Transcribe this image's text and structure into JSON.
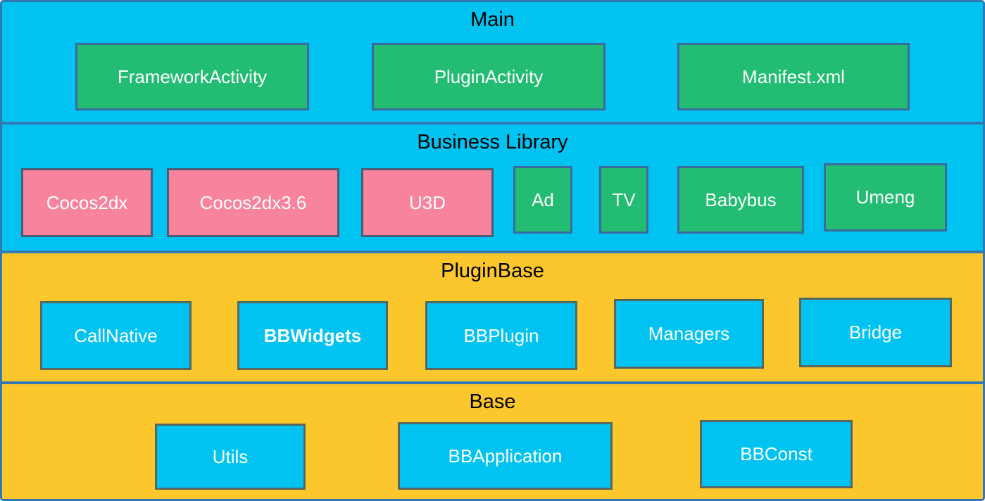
{
  "colors": {
    "cyan": "#00c3f2",
    "yellow": "#fcc72d",
    "green": "#22bd72",
    "pink": "#f8839d",
    "divider_blue": "#3279b4",
    "green_border": "#3a6a9e",
    "pink_border": "#4b5c74",
    "cyan_box_border": "#57675e",
    "title_text": "#000000",
    "box_text": "#ffffff"
  },
  "layers": [
    {
      "title": "Main",
      "boxes": [
        {
          "label": "FrameworkActivity"
        },
        {
          "label": "PluginActivity"
        },
        {
          "label": "Manifest.xml"
        }
      ]
    },
    {
      "title": "Business Library",
      "boxes": [
        {
          "label": "Cocos2dx"
        },
        {
          "label": "Cocos2dx3.6"
        },
        {
          "label": "U3D"
        },
        {
          "label": "Ad"
        },
        {
          "label": "TV"
        },
        {
          "label": "Babybus"
        },
        {
          "label": "Umeng"
        }
      ]
    },
    {
      "title": "PluginBase",
      "boxes": [
        {
          "label": "CallNative"
        },
        {
          "label": "BBWidgets"
        },
        {
          "label": "BBPlugin"
        },
        {
          "label": "Managers"
        },
        {
          "label": "Bridge"
        }
      ]
    },
    {
      "title": "Base",
      "boxes": [
        {
          "label": "Utils"
        },
        {
          "label": "BBApplication"
        },
        {
          "label": "BBConst"
        }
      ]
    }
  ]
}
